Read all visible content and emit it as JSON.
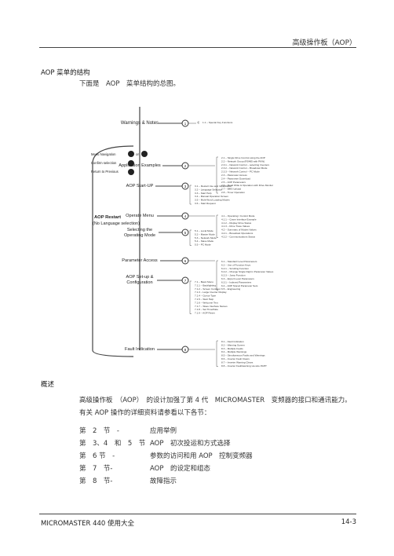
{
  "header": {
    "title": "高级操作板（AOP）"
  },
  "section": {
    "title": "AOP 菜单的结构",
    "subtitle": "下面是　AOP　菜单结构的总图。"
  },
  "diagram": {
    "warnings": "Warnings & Notes",
    "app_examples": "Application Examples",
    "aop_startup": "AOP Start-UP",
    "operate_menu": "Operate Menu",
    "selecting_mode_1": "Selecting the",
    "selecting_mode_2": "Operating Mode",
    "param_access": "Parameter Access",
    "aop_setup_1": "AOP Set-up &",
    "aop_setup_2": "Configuration",
    "fault_ind": "Fault Indication",
    "restart_1": "AOP Restart",
    "restart_2": "(No Language selection)",
    "menu_nav": "Menu Navigation",
    "confirm": "Confirm selection",
    "return": "Return to Previous",
    "or": "or",
    "nums": [
      "1",
      "2",
      "3",
      "4",
      "5",
      "6",
      "7",
      "8"
    ],
    "sub_items": {
      "s1": [
        "1.1 – Special Key Functions"
      ],
      "s2": [
        "2.1 – Single Drive Control using the AOP",
        "2.2 – Network Group (RS485 with PKW)",
        "2.3.1 – Network Control – selecting Inverters",
        "2.3.2 – Network Control – Broadcast Mode",
        "2.3.3 – Network Control – PC Mode",
        "2.3 – Parameter Access",
        "2.4 – Parameter Download",
        "2.5 – AOP Parameters",
        "2.6 – Read Write & Operation with Drive Monitor",
        "2.7 – BMS Upload",
        "2.8 – Timer Operation"
      ],
      "s3": [
        "3.1 – Restart Use and Initialization",
        "3.2 – Language Selection",
        "3.3 – Start Help",
        "3.4 – Manual Operation Screen",
        "3.5 – Multi-Word Loading Modes",
        "3.6 – Start Request"
      ],
      "s4": [
        "4.1 – Operating / Control Mode",
        "4.1.1 – Crane Interface Example",
        "4.1.2 – Display Drive Status",
        "4.1.3 – Drive Trace Values",
        "4.2 – Summary of Modes Values",
        "4.2.1 – Broadcast Operations",
        "4.2.2 – Communications Status"
      ],
      "s5": [
        "5.1 – Local Mode",
        "5.2 – Master Mode",
        "5.3 – Network Mode",
        "5.4 – Slave Mode",
        "5.5 – PC Mode"
      ],
      "s6": [
        "6.1 – Standard Level Parameters",
        "6.2 – Use of Function Keys",
        "6.2.1 – Scrolling Function",
        "6.2.2 – Change Single Digit in Parameter Values",
        "6.2.3 – Jump Function",
        "6.3 – Expert Level Parameters",
        "6.3.1 – Indexed Parameters",
        "6.4 – AOP Stored Parameter Sets",
        "6.5 – Engineering"
      ],
      "s7": [
        "7.1 – Basic Menu",
        "7.1.1 – Backlighting",
        "7.1.2 – Screen Contrast",
        "7.1.3 – Large Inverter Display",
        "7.1.4 – Cursor Type",
        "7.1.5 – Start Help",
        "7.1.6 – Welcome Text",
        "7.1.7 – Slave Interface Names",
        "7.1.8 – Set Time/Date",
        "7.1.9 – AOP Reset"
      ],
      "s8": [
        "8.1 – Fault Indication",
        "8.2 – Warning Screen",
        "8.3 – Multiple Faults",
        "8.4 – Multiple Warnings",
        "8.5 – Simultaneous Faults and Warnings",
        "8.6 – Inverter Fault Clears",
        "8.7 – Inverter Warning Clears",
        "8.8 – Inverter Fault/warning via wire PAHT"
      ]
    }
  },
  "overview": {
    "title": "概述",
    "para_line1": "高级操作板　（AOP）　的设计加强了第 4 代　MICROMASTER　变频器的接口和通讯能力。",
    "para_line2": "有关 AOP 操作的详细资料请参看以下各节：",
    "sections": [
      {
        "num": "第　2　节　-",
        "desc": "应用举例"
      },
      {
        "num": "第　3、4　和　5　节　-",
        "desc": "AOP　初次投运和方式选择"
      },
      {
        "num": "第　6 节　-",
        "desc": "参数的访问和用 AOP　控制变频器"
      },
      {
        "num": "第　7　节-",
        "desc": "AOP　的设定和组态"
      },
      {
        "num": "第　8　节-",
        "desc": "故障指示"
      }
    ]
  },
  "footer": {
    "left": "MICROMASTER 440 使用大全",
    "right": "14-3"
  }
}
